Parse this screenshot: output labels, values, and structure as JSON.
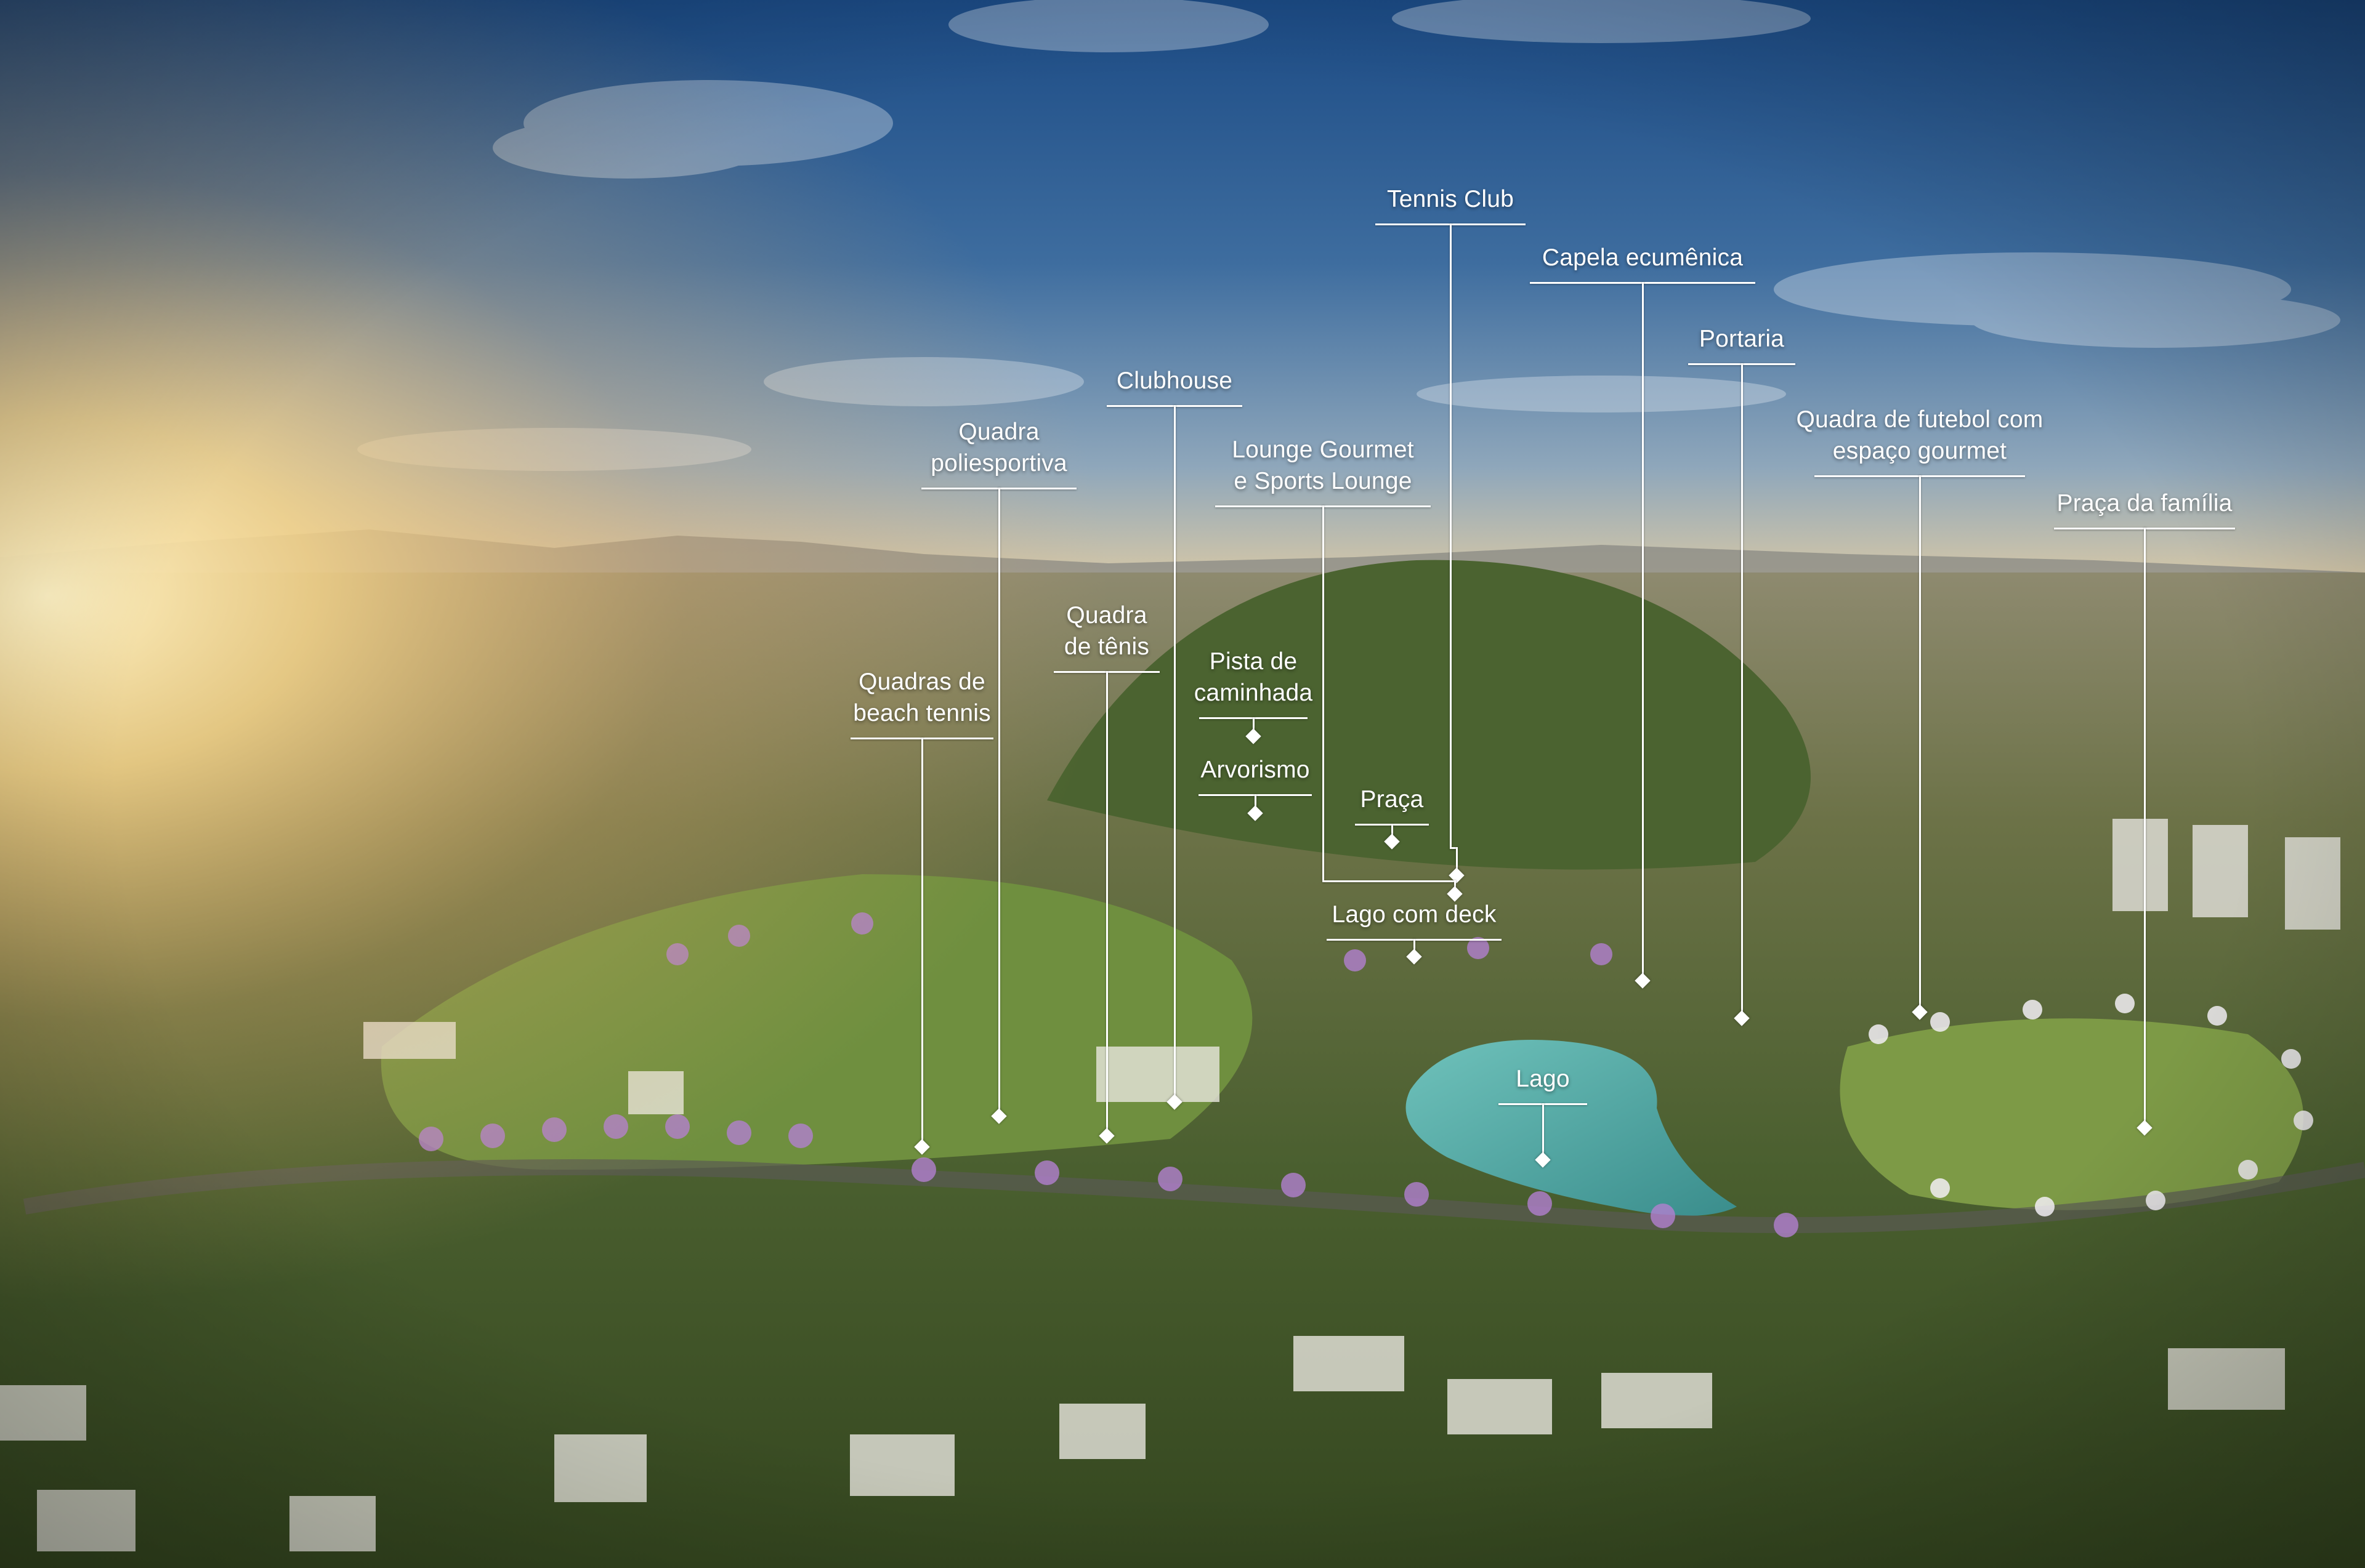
{
  "image": {
    "description_icon": "aerial-photo",
    "palette": {
      "sky_top": "#1f4d86",
      "sky_mid": "#6f8fb0",
      "horizon_glow": "#f3c877",
      "hills": "#6b6f58",
      "forest": "#3f5a2c",
      "lawn": "#6f8f3f",
      "lake": "#4fa5a0",
      "jacaranda": "#b27fd0",
      "label_color": "#ffffff"
    }
  },
  "labels": {
    "tennis_club": "Tennis Club",
    "capela": "Capela ecumênica",
    "portaria": "Portaria",
    "quadra_futebol": "Quadra de futebol com\nespaço gourmet",
    "praca_familia": "Praça da família",
    "clubhouse": "Clubhouse",
    "lounge": "Lounge Gourmet\ne Sports Lounge",
    "quadra_poli": "Quadra\npoliesportiva",
    "quadra_tenis": "Quadra\nde tênis",
    "beach_tennis": "Quadras de\nbeach tennis",
    "pista": "Pista de\ncaminhada",
    "arvorismo": "Arvorismo",
    "praca": "Praça",
    "lago_deck": "Lago com deck",
    "lago": "Lago"
  }
}
